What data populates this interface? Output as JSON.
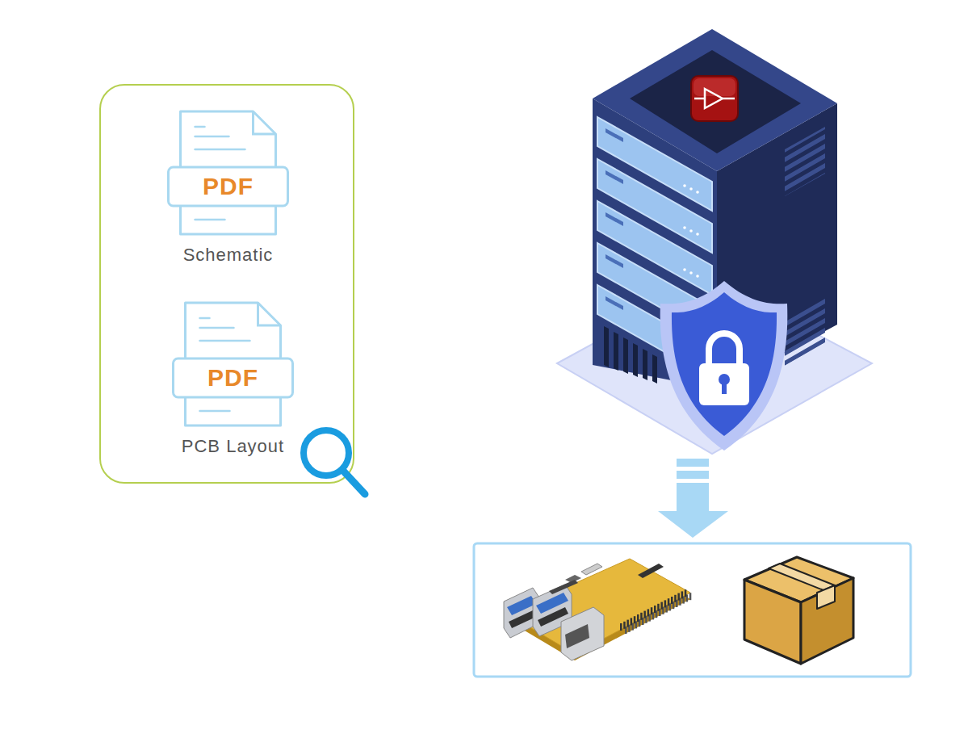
{
  "diagram": {
    "nodes": [
      {
        "text": [
          "PDF",
          "Schematic"
        ]
      },
      {
        "text": [
          "PDF",
          "PCB Layout"
        ]
      }
    ]
  }
}
